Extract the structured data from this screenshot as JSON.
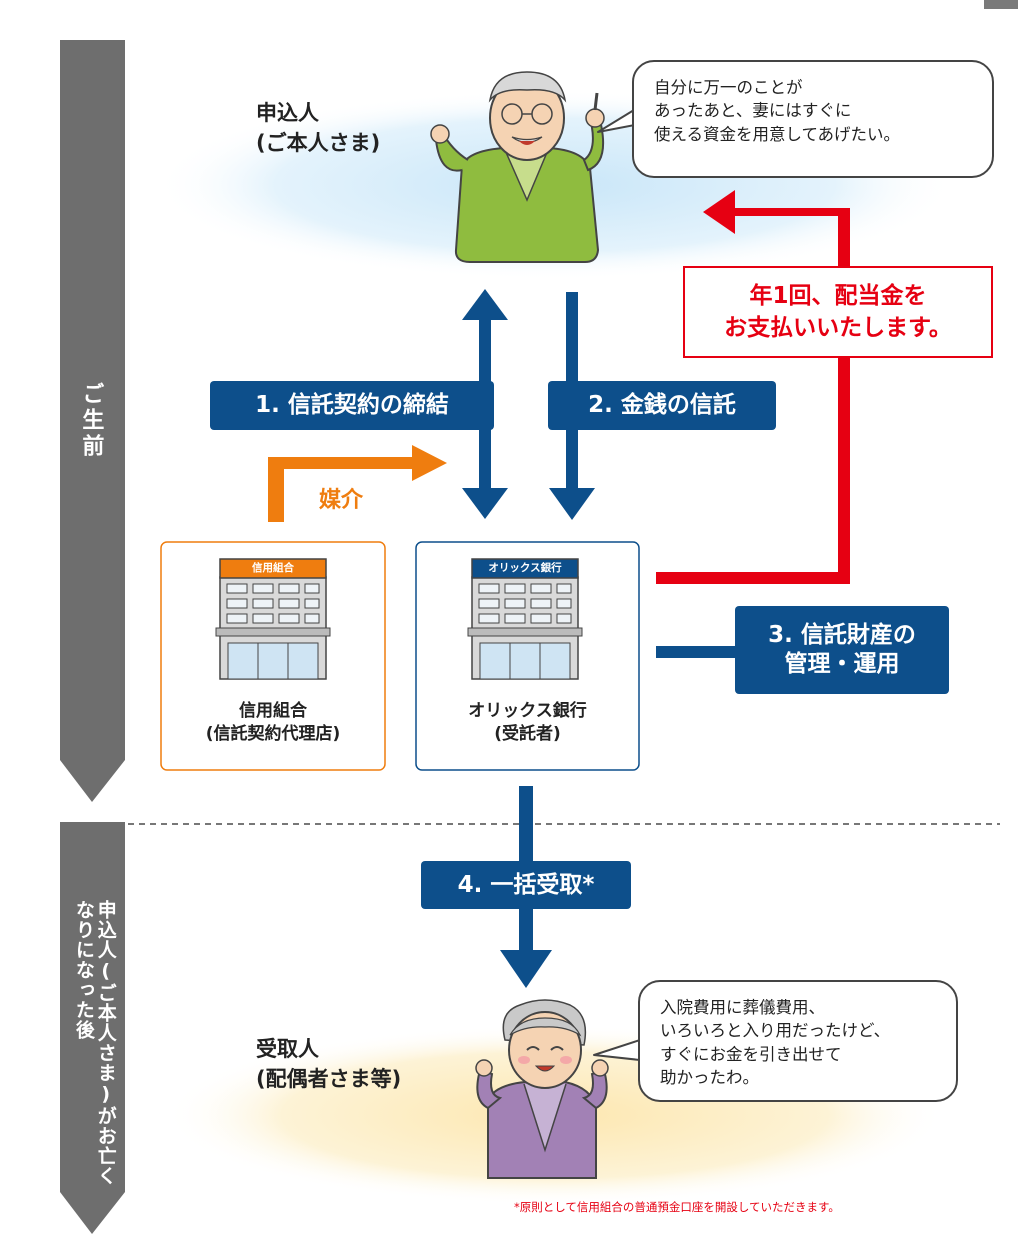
{
  "phases": {
    "before": "ご生前",
    "after": "申込人(ご本人さま)がお亡くなりになった後"
  },
  "applicant": {
    "label": "申込人\n(ご本人さま)",
    "speech": "自分に万一のことが\nあったあと、妻にはすぐに\n使える資金を用意してあげたい。"
  },
  "beneficiary": {
    "label": "受取人\n(配偶者さま等)",
    "speech": "入院費用に葬儀費用、\nいろいろと入り用だったけど、\nすぐにお金を引き出せて\n助かったわ。"
  },
  "steps": {
    "step1": "1. 信託契約の締結",
    "step2": "2. 金銭の信託",
    "step3": "3. 信託財産の\n管理・運用",
    "step4": "4. 一括受取*"
  },
  "dividend": "年1回、配当金を\nお支払いいたします。",
  "mediation": "媒介",
  "institutions": {
    "credit_union": {
      "sign": "信用組合",
      "name": "信用組合\n(信託契約代理店)"
    },
    "orix": {
      "sign": "オリックス銀行",
      "name": "オリックス銀行\n(受託者)"
    }
  },
  "footnote": "*原則として信用組合の普通預金口座を開設していただきます。",
  "colors": {
    "navy": "#0d4f8b",
    "red": "#e60012",
    "orange": "#ef7d0f",
    "gray_band": "#6e6e6e"
  }
}
